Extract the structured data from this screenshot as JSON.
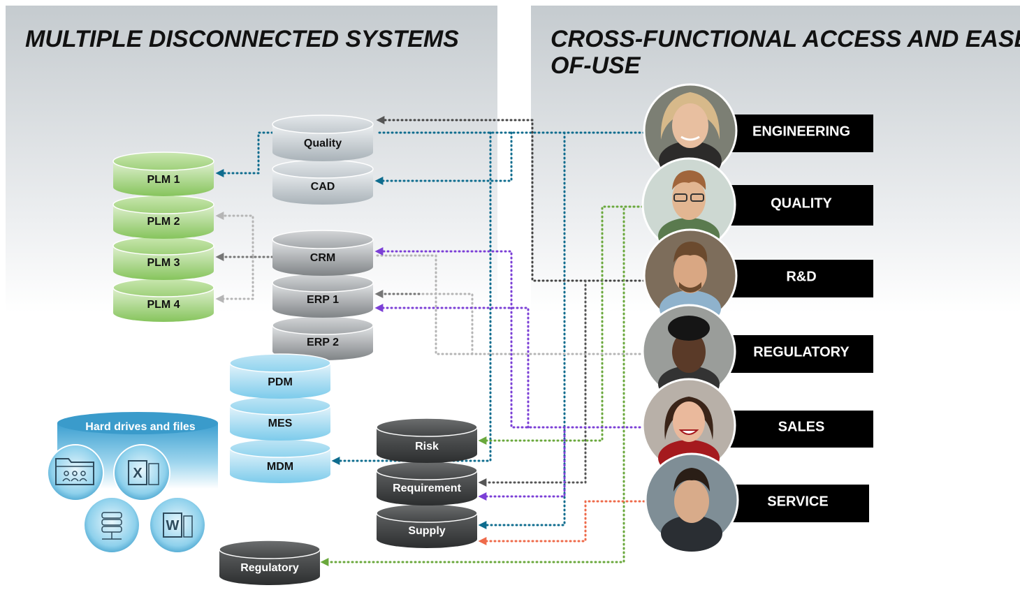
{
  "left_panel": {
    "title": "MULTIPLE DISCONNECTED SYSTEMS"
  },
  "right_panel": {
    "title_line1": "CROSS-FUNCTIONAL ACCESS AND EASE-",
    "title_line2": "OF-USE"
  },
  "systems": {
    "plm1": "PLM 1",
    "plm2": "PLM 2",
    "plm3": "PLM 3",
    "plm4": "PLM 4",
    "quality": "Quality",
    "cad": "CAD",
    "crm": "CRM",
    "erp1": "ERP 1",
    "erp2": "ERP 2",
    "pdm": "PDM",
    "mes": "MES",
    "mdm": "MDM",
    "hard_drives": "Hard drives and files",
    "risk": "Risk",
    "requirement": "Requirement",
    "supply": "Supply",
    "regulatory": "Regulatory"
  },
  "file_icons": [
    "folder-users-icon",
    "excel-file-icon",
    "database-server-icon",
    "word-file-icon"
  ],
  "roles": [
    {
      "label": "ENGINEERING",
      "color": "#0e6c8e"
    },
    {
      "label": "QUALITY",
      "color": "#6aa83c"
    },
    {
      "label": "R&D",
      "color": "#333333"
    },
    {
      "label": "REGULATORY",
      "color": "#b5b5b5"
    },
    {
      "label": "SALES",
      "color": "#7b3fd6"
    },
    {
      "label": "SERVICE",
      "color": "#ee6a4a"
    }
  ],
  "colors": {
    "engineering": "#0e6c8e",
    "quality": "#6aa83c",
    "rnd": "#333333",
    "regulatory": "#b5b5b5",
    "sales": "#7b3fd6",
    "service": "#ee6a4a",
    "mid_gray": "#767676"
  }
}
